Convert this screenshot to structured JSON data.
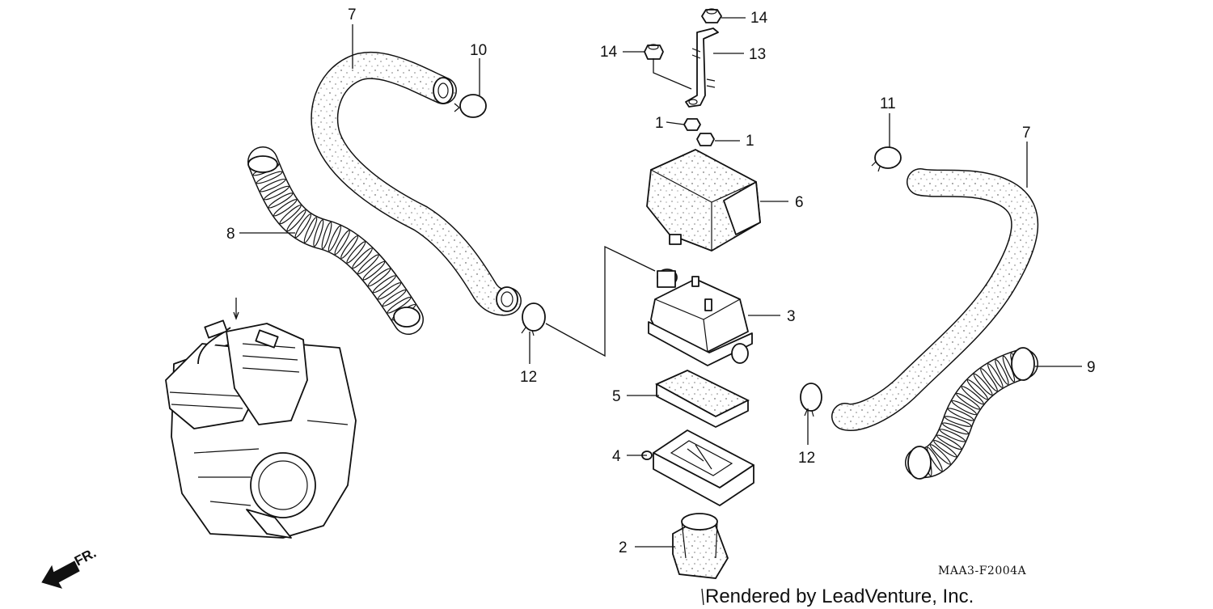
{
  "diagram": {
    "callouts": {
      "p7_left": "7",
      "p10": "10",
      "p8": "8",
      "p12_left": "12",
      "p14_top": "14",
      "p14_left": "14",
      "p13": "13",
      "p1_left": "1",
      "p1_right": "1",
      "p6": "6",
      "p3": "3",
      "p5": "5",
      "p4": "4",
      "p2": "2",
      "p11": "11",
      "p7_right": "7",
      "p9": "9",
      "p12_right": "12"
    },
    "drawing_code": "MAA3-F2004A",
    "credit": "Rendered by LeadVenture, Inc.",
    "direction_label": "FR."
  }
}
